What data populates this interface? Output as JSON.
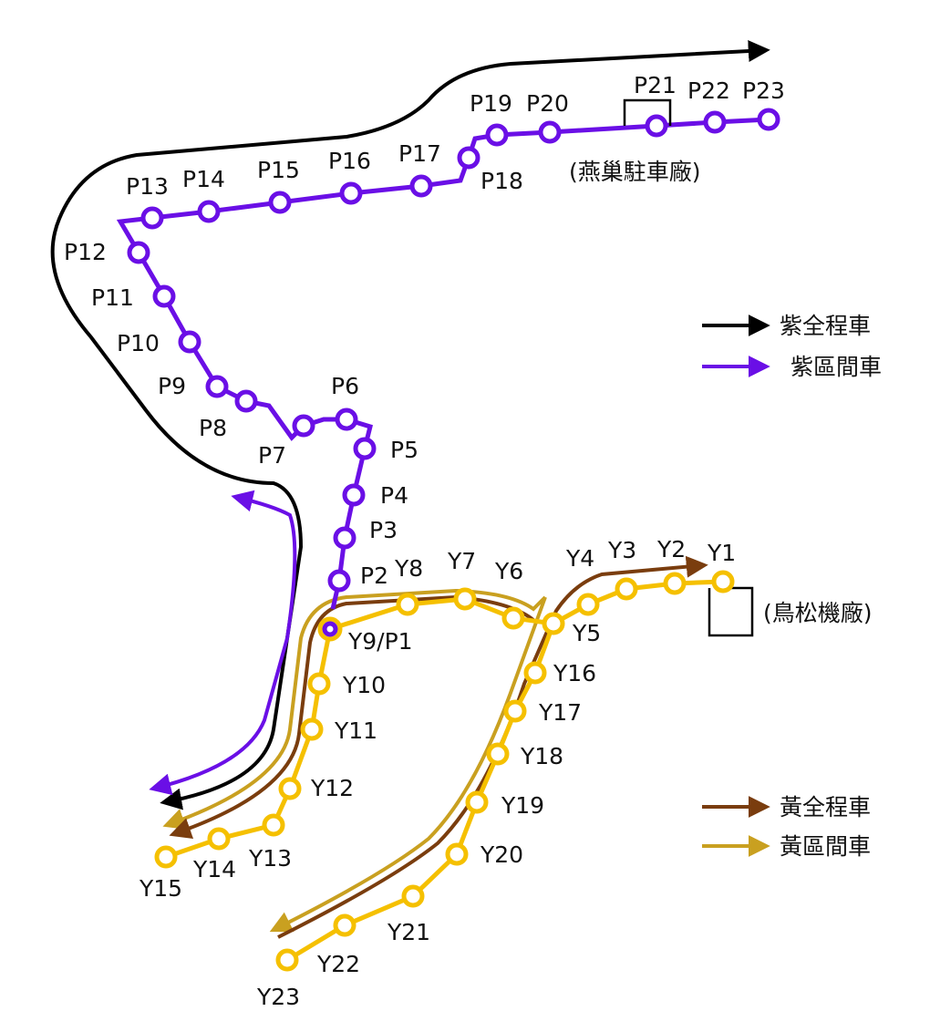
{
  "colors": {
    "purple": "#6a0fe6",
    "yellow": "#f5c000",
    "full_route_black": "#000000",
    "brown": "#7a3d0e",
    "gold": "#c9a020"
  },
  "purple_stations": [
    "P2",
    "P3",
    "P4",
    "P5",
    "P6",
    "P7",
    "P8",
    "P9",
    "P10",
    "P11",
    "P12",
    "P13",
    "P14",
    "P15",
    "P16",
    "P17",
    "P18",
    "P19",
    "P20",
    "P21",
    "P22",
    "P23"
  ],
  "yellow_stations": [
    "Y1",
    "Y2",
    "Y3",
    "Y4",
    "Y5",
    "Y6",
    "Y7",
    "Y8",
    "Y10",
    "Y11",
    "Y12",
    "Y13",
    "Y14",
    "Y15",
    "Y16",
    "Y17",
    "Y18",
    "Y19",
    "Y20",
    "Y21",
    "Y22",
    "Y23"
  ],
  "interchange": "Y9/P1",
  "depots": {
    "purple": "(燕巢駐車廠)",
    "yellow": "(鳥松機廠)"
  },
  "legend_purple": [
    {
      "label": "紫全程車",
      "color": "#000000"
    },
    {
      "label": "紫區間車",
      "color": "#6a0fe6"
    }
  ],
  "legend_yellow": [
    {
      "label": "黃全程車",
      "color": "#7a3d0e"
    },
    {
      "label": "黃區間車",
      "color": "#c9a020"
    }
  ]
}
